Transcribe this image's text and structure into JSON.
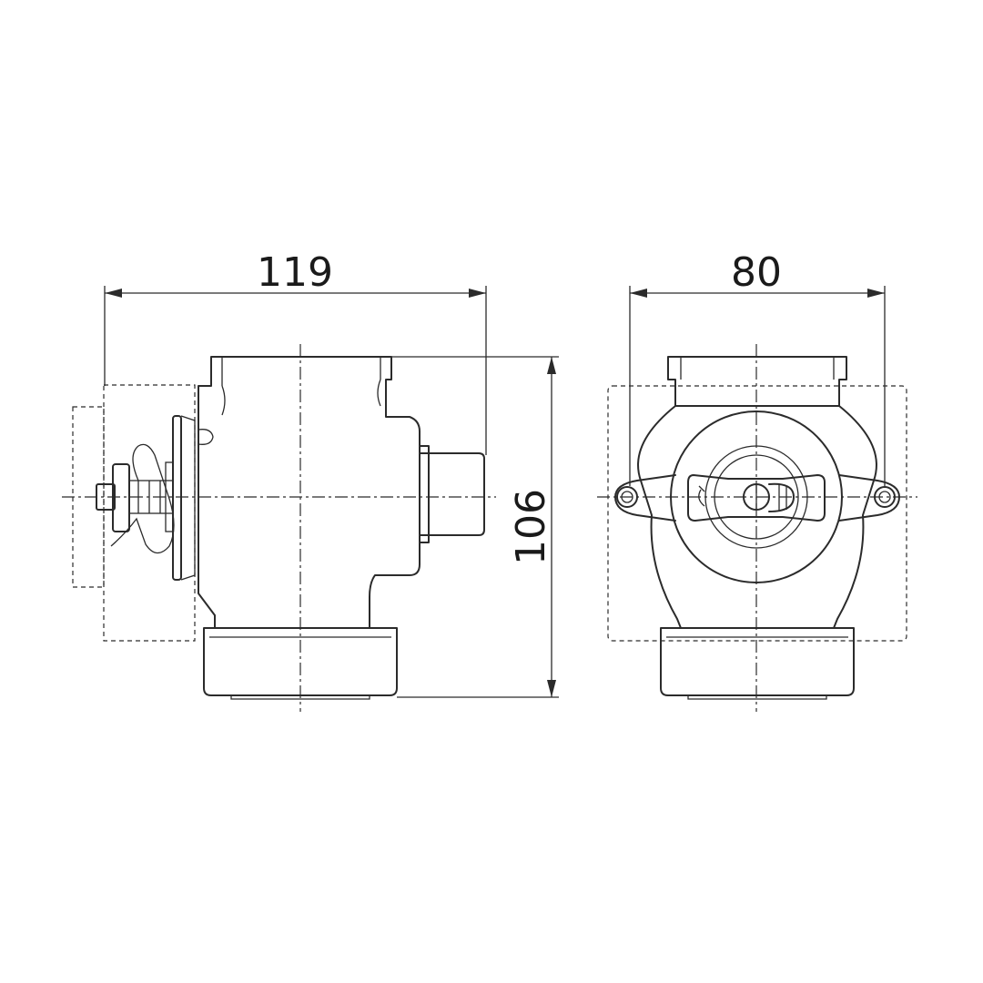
{
  "dimensions": {
    "width_side": "119",
    "width_front": "80",
    "height": "106"
  }
}
